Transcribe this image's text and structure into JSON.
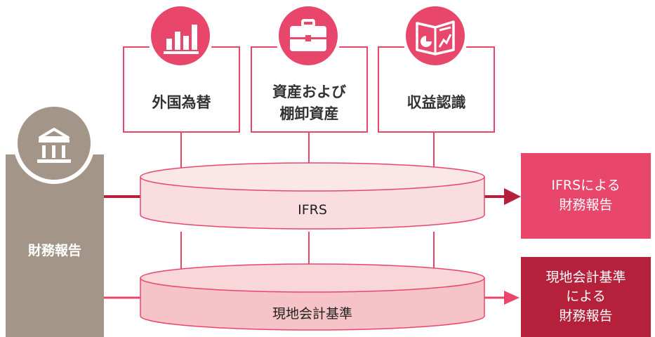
{
  "topics": [
    {
      "label": "外国為替",
      "icon": "bar-chart-icon"
    },
    {
      "label": "資産および\n棚卸資産",
      "icon": "briefcase-icon"
    },
    {
      "label": "収益認識",
      "icon": "report-chart-icon"
    }
  ],
  "source": {
    "label": "財務報告",
    "icon": "bank-icon"
  },
  "layers": [
    {
      "label": "IFRS"
    },
    {
      "label": "現地会計基準"
    }
  ],
  "outputs": [
    {
      "label": "IFRSによる\n財務報告"
    },
    {
      "label": "現地会計基準\nによる\n財務報告"
    }
  ],
  "colors": {
    "accent": "#e8476b",
    "dark_accent": "#b5213a",
    "gray": "#a39588",
    "disk_top": "#f9d9dc",
    "disk_fill": "#f6c6cb"
  }
}
